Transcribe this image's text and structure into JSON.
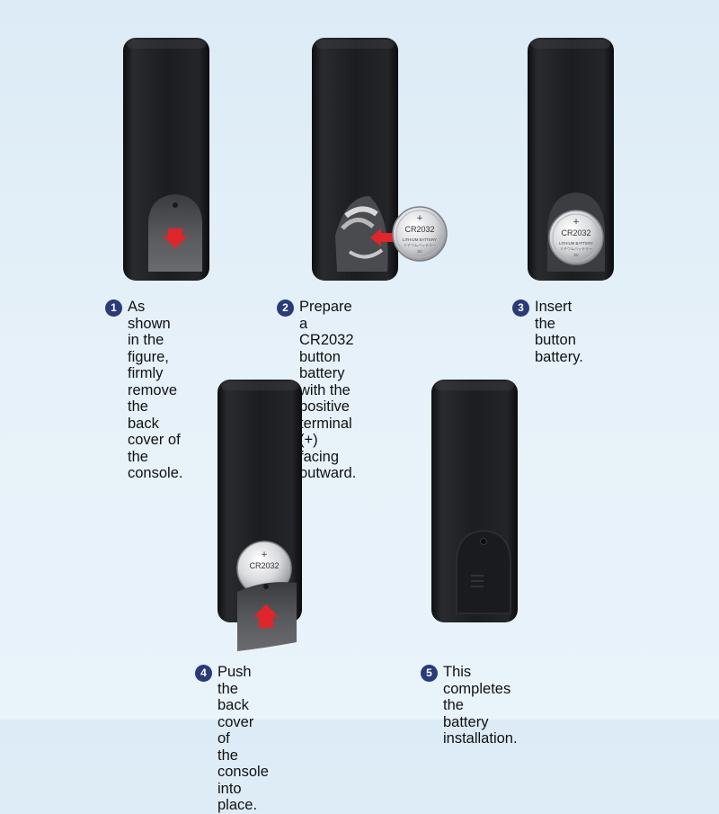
{
  "steps": [
    {
      "number": "1",
      "text": "As shown in the\nfigure, firmly\nremove the back\ncover of the console."
    },
    {
      "number": "2",
      "text": "Prepare a CR2032 button\nbattery with the positive\nterminal (+) facing outward."
    },
    {
      "number": "3",
      "text": "Insert the button battery."
    },
    {
      "number": "4",
      "text": "Push the back cover of\nthe console into place."
    },
    {
      "number": "5",
      "text": "This completes the\nbattery installation."
    }
  ],
  "battery": {
    "plus": "+",
    "model": "CR2032",
    "type": "LITHIUM BATTERY",
    "jp": "リチウムバッテリー",
    "voltage": "3V"
  },
  "colors": {
    "badge": "#2b3a78",
    "arrow": "#e0262a",
    "device": "#1c1d20",
    "background": "#e3eff8"
  }
}
